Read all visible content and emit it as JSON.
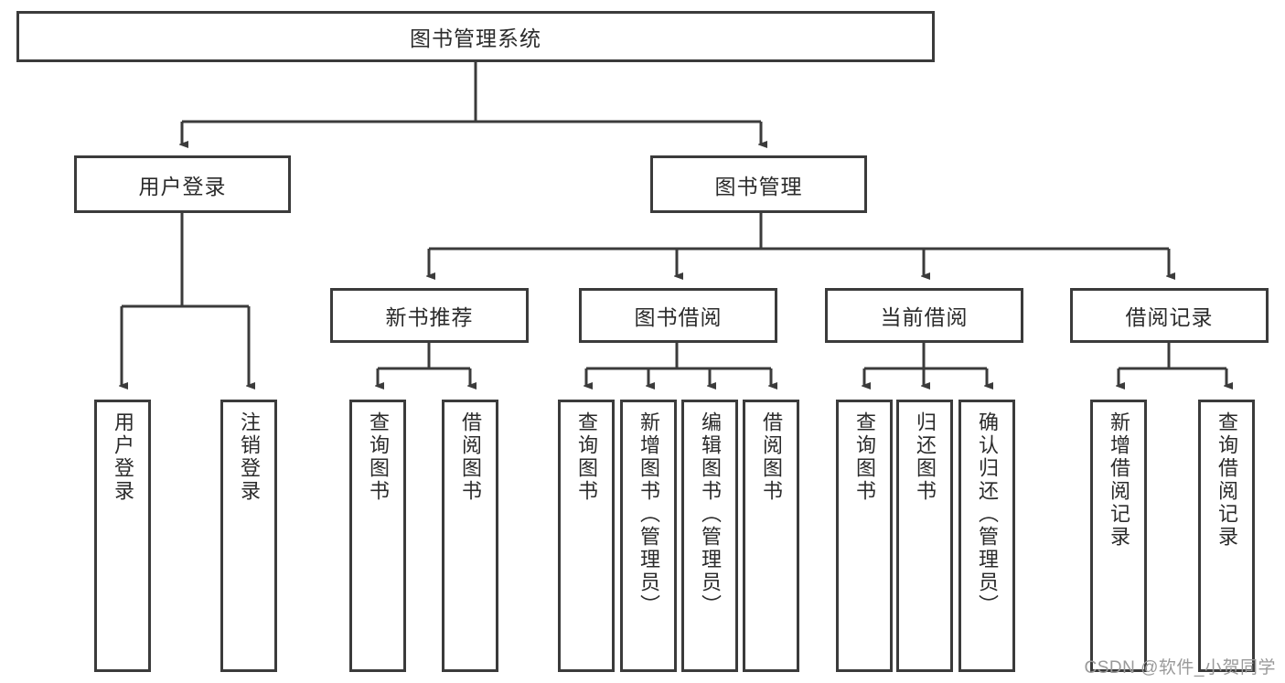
{
  "diagram": {
    "title": "图书管理系统",
    "type": "hierarchy-tree",
    "colors": {
      "border": "#3b3b3b",
      "background": "#ffffff",
      "text": "#2b2b2b",
      "watermark": "#9a9a9a"
    },
    "root": {
      "label": "图书管理系统"
    },
    "level1": [
      {
        "label": "用户登录"
      },
      {
        "label": "图书管理"
      }
    ],
    "level2": [
      {
        "label": "新书推荐"
      },
      {
        "label": "图书借阅"
      },
      {
        "label": "当前借阅"
      },
      {
        "label": "借阅记录"
      }
    ],
    "leaves": {
      "user_login": [
        {
          "label": "用户登录"
        },
        {
          "label": "注销登录"
        }
      ],
      "new_book_recommend": [
        {
          "label": "查询图书"
        },
        {
          "label": "借阅图书"
        }
      ],
      "book_borrow": [
        {
          "label": "查询图书"
        },
        {
          "label": "新增图书（管理员）"
        },
        {
          "label": "编辑图书（管理员）"
        },
        {
          "label": "借阅图书"
        }
      ],
      "current_borrow": [
        {
          "label": "查询图书"
        },
        {
          "label": "归还图书"
        },
        {
          "label": "确认归还（管理员）"
        }
      ],
      "borrow_record": [
        {
          "label": "新增借阅记录"
        },
        {
          "label": "查询借阅记录"
        }
      ]
    },
    "watermark": "CSDN @软件_小贺同学"
  }
}
